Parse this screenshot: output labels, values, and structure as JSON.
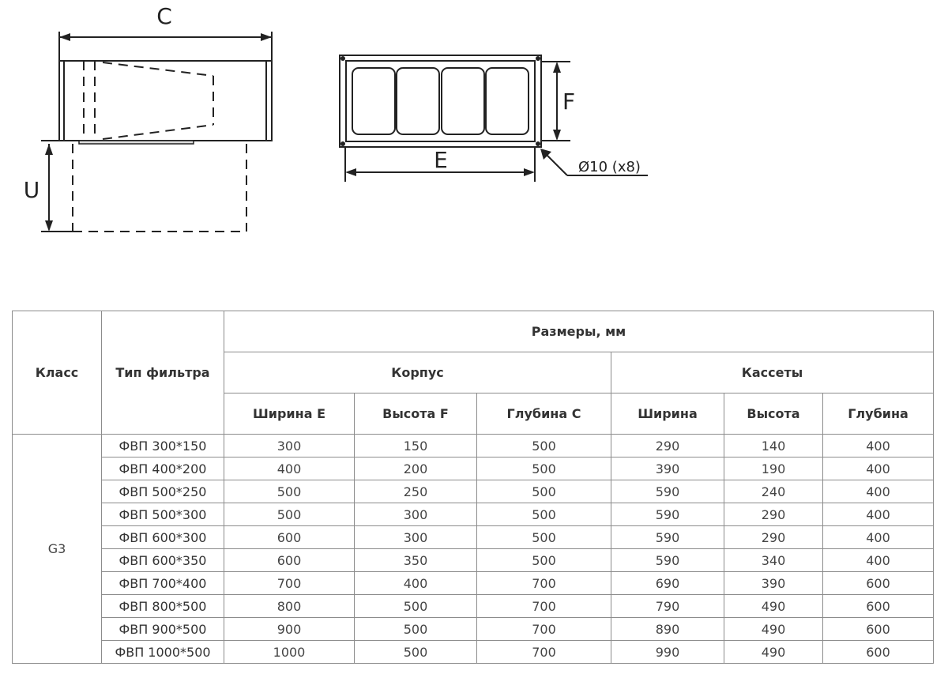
{
  "drawing": {
    "label_c": "C",
    "label_u": "U",
    "label_f": "F",
    "label_e": "E",
    "hole_note": "Ø10 (x8)"
  },
  "table": {
    "header": {
      "klass": "Класс",
      "filter_type": "Тип фильтра",
      "sizes": "Размеры, мм",
      "housing": "Корпус",
      "cassettes": "Кассеты",
      "housing_width": "Ширина E",
      "housing_height": "Высота F",
      "housing_depth": "Глубина C",
      "cassette_width": "Ширина",
      "cassette_height": "Высота",
      "cassette_depth": "Глубина"
    },
    "klass_value": "G3",
    "rows": [
      [
        "ФВП 300*150",
        "300",
        "150",
        "500",
        "290",
        "140",
        "400"
      ],
      [
        "ФВП 400*200",
        "400",
        "200",
        "500",
        "390",
        "190",
        "400"
      ],
      [
        "ФВП 500*250",
        "500",
        "250",
        "500",
        "590",
        "240",
        "400"
      ],
      [
        "ФВП 500*300",
        "500",
        "300",
        "500",
        "590",
        "290",
        "400"
      ],
      [
        "ФВП 600*300",
        "600",
        "300",
        "500",
        "590",
        "290",
        "400"
      ],
      [
        "ФВП 600*350",
        "600",
        "350",
        "500",
        "590",
        "340",
        "400"
      ],
      [
        "ФВП 700*400",
        "700",
        "400",
        "700",
        "690",
        "390",
        "600"
      ],
      [
        "ФВП 800*500",
        "800",
        "500",
        "700",
        "790",
        "490",
        "600"
      ],
      [
        "ФВП 900*500",
        "900",
        "500",
        "700",
        "890",
        "490",
        "600"
      ],
      [
        "ФВП 1000*500",
        "1000",
        "500",
        "700",
        "990",
        "490",
        "600"
      ]
    ]
  }
}
